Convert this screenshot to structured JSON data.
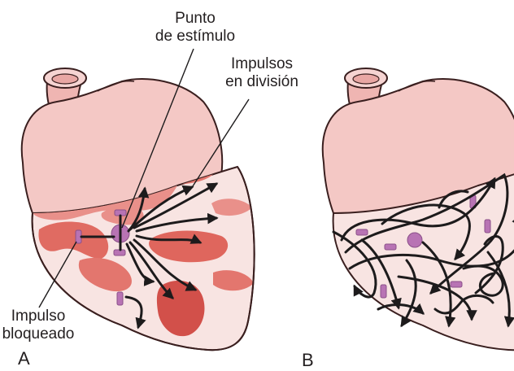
{
  "labels": {
    "stimulus": [
      "Punto",
      "de estímulo"
    ],
    "division": [
      "Impulsos",
      "en división"
    ],
    "blocked": [
      "Impulso",
      "bloqueado"
    ]
  },
  "panels": [
    "A",
    "B"
  ],
  "colors": {
    "heart_light": "#f6d4d2",
    "heart_mid": "#efb5b2",
    "heart_outline": "#3a1f1f",
    "scar": "#e06b62",
    "scar_dark": "#d2504a",
    "block_mark": "#b873b4",
    "arrow": "#1d1b1c"
  }
}
